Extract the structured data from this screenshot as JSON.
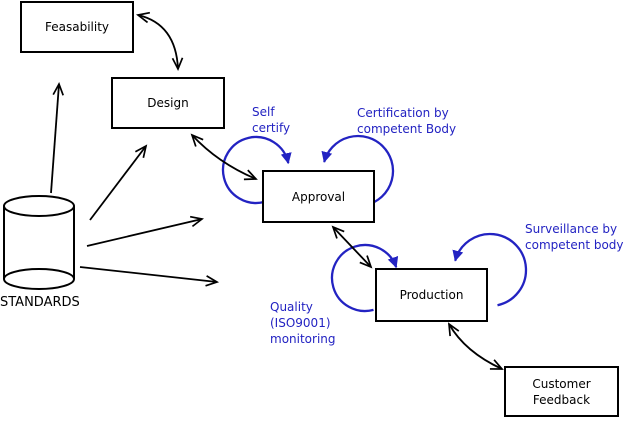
{
  "colors": {
    "background": "#ffffff",
    "line_black": "#000000",
    "annotation_blue": "#2323c2"
  },
  "diagram": {
    "nodes": {
      "feasability": {
        "label": "Feasability"
      },
      "design": {
        "label": "Design"
      },
      "approval": {
        "label": "Approval"
      },
      "production": {
        "label": "Production"
      },
      "customer_feedback": {
        "lines": [
          "Customer",
          "Feedback"
        ]
      }
    },
    "datastore": {
      "label": "STANDARDS"
    },
    "annotations": {
      "self_certify": {
        "lines": [
          "Self",
          "certify"
        ]
      },
      "certification": {
        "lines": [
          "Certification by",
          "competent Body"
        ]
      },
      "surveillance": {
        "lines": [
          "Surveillance by",
          "competent body"
        ]
      },
      "quality": {
        "lines": [
          "Quality",
          "(ISO9001)",
          "monitoring"
        ]
      }
    }
  }
}
